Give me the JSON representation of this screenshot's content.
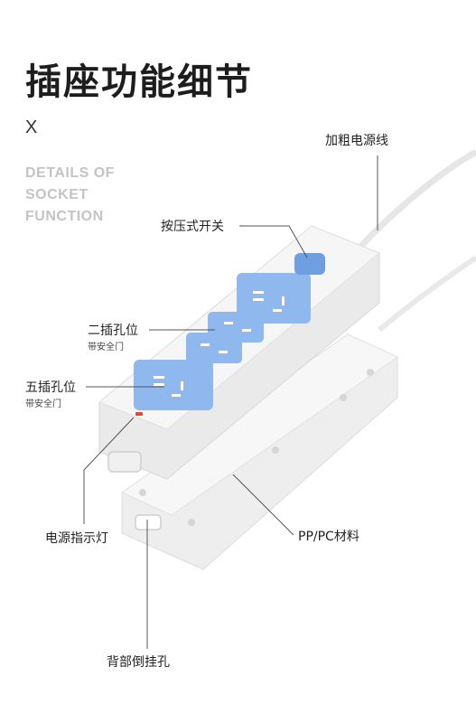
{
  "page": {
    "title": "插座功能细节",
    "close_mark": "X",
    "subtitle_en": [
      "DETAILS OF",
      "SOCKET",
      "FUNCTION"
    ]
  },
  "callouts": {
    "cable": "加粗电源线",
    "switch": "按压式开关",
    "two_hole": "二插孔位",
    "two_hole_note": "带安全门",
    "five_hole": "五插孔位",
    "five_hole_note": "带安全门",
    "indicator": "电源指示灯",
    "material": "PP/PC材料",
    "hang_hole": "背部倒挂孔"
  },
  "colors": {
    "socket_blue": "#8fb9ee",
    "switch_blue": "#6f9fe0",
    "body_white": "#f4f4f4",
    "indicator_red": "#d84a3a"
  }
}
